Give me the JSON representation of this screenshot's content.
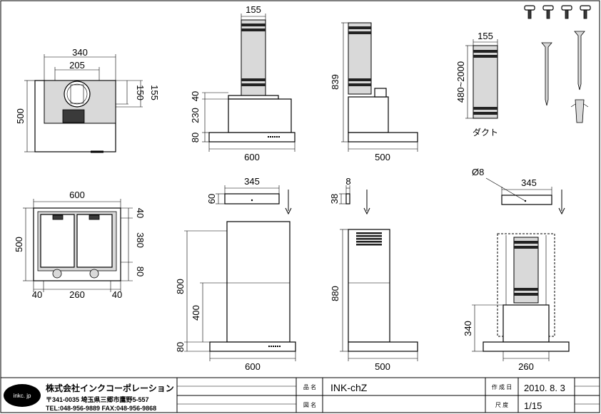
{
  "dims": {
    "top_view": {
      "w340": "340",
      "w205": "205",
      "h150": "150",
      "h155": "155",
      "h500": "500"
    },
    "front_upper": {
      "w155": "155",
      "h40": "40",
      "h230": "230",
      "h80": "80",
      "w600": "600"
    },
    "side_upper": {
      "h839": "839",
      "w500": "500"
    },
    "duct": {
      "w155": "155",
      "range": "480~2000",
      "label": "ダクト"
    },
    "bottom_view": {
      "w600": "600",
      "h500": "500",
      "h40": "40",
      "h380": "380",
      "h80": "80",
      "b40a": "40",
      "w260": "260",
      "b40b": "40"
    },
    "front_lower": {
      "w345": "345",
      "h60": "60",
      "h800": "800",
      "h400": "400",
      "h80": "80",
      "w600": "600"
    },
    "side_lower": {
      "w8": "8",
      "h38": "38",
      "h880": "880",
      "w500": "500"
    },
    "back_lower": {
      "phi8": "Ø8",
      "w345": "345",
      "h340": "340",
      "w260": "260"
    }
  },
  "title_block": {
    "logo": "inkc. jp",
    "company": "株式会社インクコーポレーション",
    "address": "〒341-0035 埼玉県三郷市鷹野5-557",
    "contact": "TEL:048-956-9889  FAX:048-956-9868",
    "product_label": "品 名",
    "product_value": "INK-chZ",
    "drawing_label": "図 名",
    "date_label": "作 成 日",
    "date_value": "2010. 8. 3",
    "scale_label": "尺 度",
    "scale_value": "1/15"
  }
}
